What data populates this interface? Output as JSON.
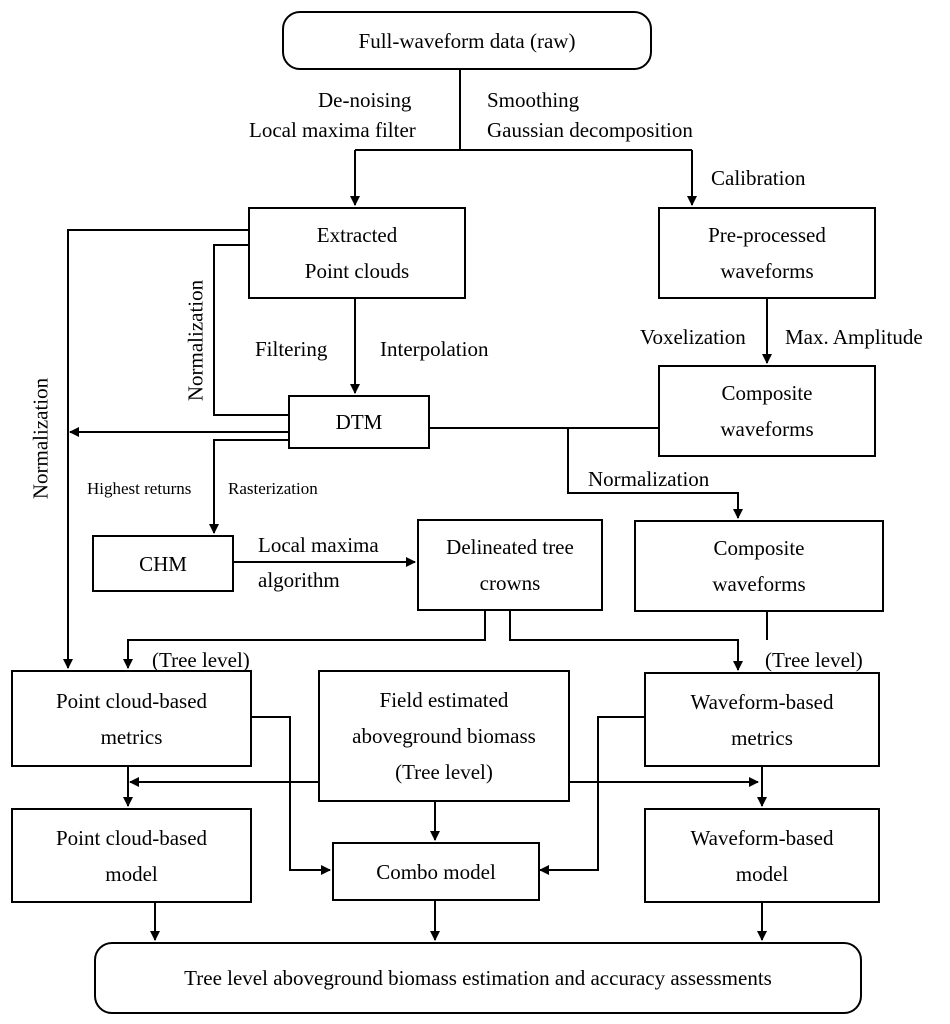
{
  "boxes": {
    "raw": "Full-waveform data (raw)",
    "extracted": "Extracted\nPoint clouds",
    "preprocessed": "Pre-processed\nwaveforms",
    "dtm": "DTM",
    "composite1": "Composite\nwaveforms",
    "composite2": "Composite\nwaveforms",
    "chm": "CHM",
    "crowns": "Delineated tree\ncrowns",
    "pc_metrics": "Point cloud-based\nmetrics",
    "field": "Field estimated\naboveground biomass\n(Tree level)",
    "wf_metrics": "Waveform-based\nmetrics",
    "pc_model": "Point cloud-based\nmodel",
    "combo": "Combo model",
    "wf_model": "Waveform-based\nmodel",
    "final": "Tree level aboveground biomass estimation and accuracy assessments"
  },
  "labels": {
    "denoising": "De-noising",
    "smoothing": "Smoothing",
    "local_maxima_filter": "Local maxima filter",
    "gaussian": "Gaussian decomposition",
    "calibration": "Calibration",
    "filtering": "Filtering",
    "interpolation": "Interpolation",
    "voxelization": "Voxelization",
    "max_amplitude": "Max. Amplitude",
    "normalization_inner": "Normalization",
    "normalization_outer": "Normalization",
    "normalization_composite": "Normalization",
    "highest_returns": "Highest returns",
    "rasterization": "Rasterization",
    "local_maxima_algo_1": "Local maxima",
    "local_maxima_algo_2": "algorithm",
    "tree_level_left": "(Tree level)",
    "tree_level_right": "(Tree level)"
  }
}
